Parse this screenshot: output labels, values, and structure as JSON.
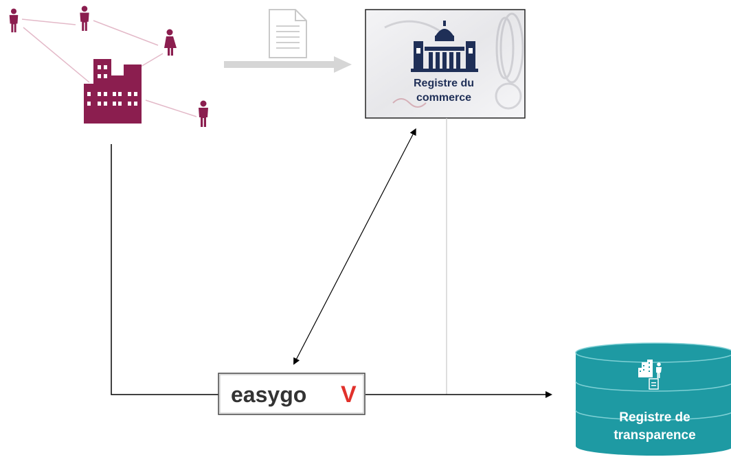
{
  "colors": {
    "maroon": "#8B1E4F",
    "maroon_light": "#E3B9C8",
    "navy": "#1F2F57",
    "teal": "#1E9AA3",
    "teal_dark": "#12838B",
    "grey_arrow": "#D6D6D6",
    "easygov_red": "#E1312B",
    "easygov_text": "#333333",
    "line": "#000000"
  },
  "icons": {
    "people": "person-icon",
    "company": "building-icon",
    "document": "document-icon",
    "registry": "government-building-icon",
    "transparency": "company-person-document-icon"
  },
  "nodes": {
    "company_network": {
      "icon": "building-icon"
    },
    "commercial_register": {
      "label_line1": "Registre du",
      "label_line2": "commerce"
    },
    "easygov": {
      "logo_text": "easygo",
      "logo_mark": "V"
    },
    "transparency_register": {
      "label_line1": "Registre de",
      "label_line2": "transparence"
    }
  }
}
